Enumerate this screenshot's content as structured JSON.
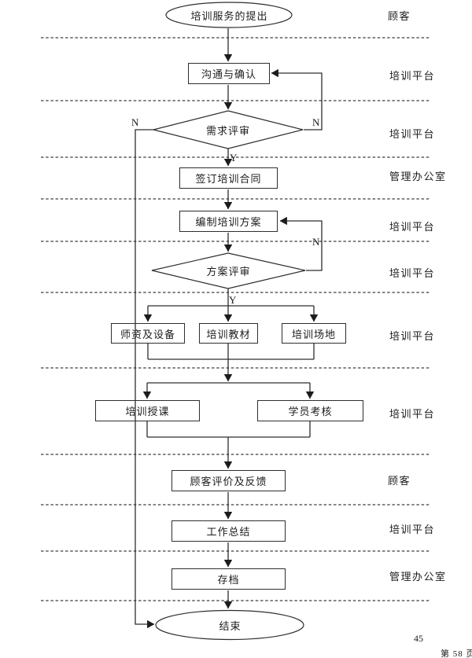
{
  "nodes": {
    "start": "培训服务的提出",
    "communicate": "沟通与确认",
    "demand_review": "需求评审",
    "sign_contract": "签订培训合同",
    "prepare_plan": "编制培训方案",
    "plan_review": "方案评审",
    "teachers": "师资及设备",
    "materials": "培训教材",
    "venue": "培训场地",
    "lecture": "培训授课",
    "assessment": "学员考核",
    "feedback": "顾客评价及反馈",
    "summary": "工作总结",
    "archive": "存档",
    "end": "结束"
  },
  "branches": {
    "no": "N",
    "yes": "Y"
  },
  "lanes": [
    "顾客",
    "培训平台",
    "培训平台",
    "管理办公室",
    "培训平台",
    "培训平台",
    "培训平台",
    "培训平台",
    "顾客",
    "培训平台",
    "管理办公室"
  ],
  "footer": {
    "page_number": "45",
    "page_label": "第 58 页"
  },
  "colors": {
    "line": "#2e2e2e",
    "dashed": "#3f3f3f",
    "text": "#1c1c1c"
  }
}
